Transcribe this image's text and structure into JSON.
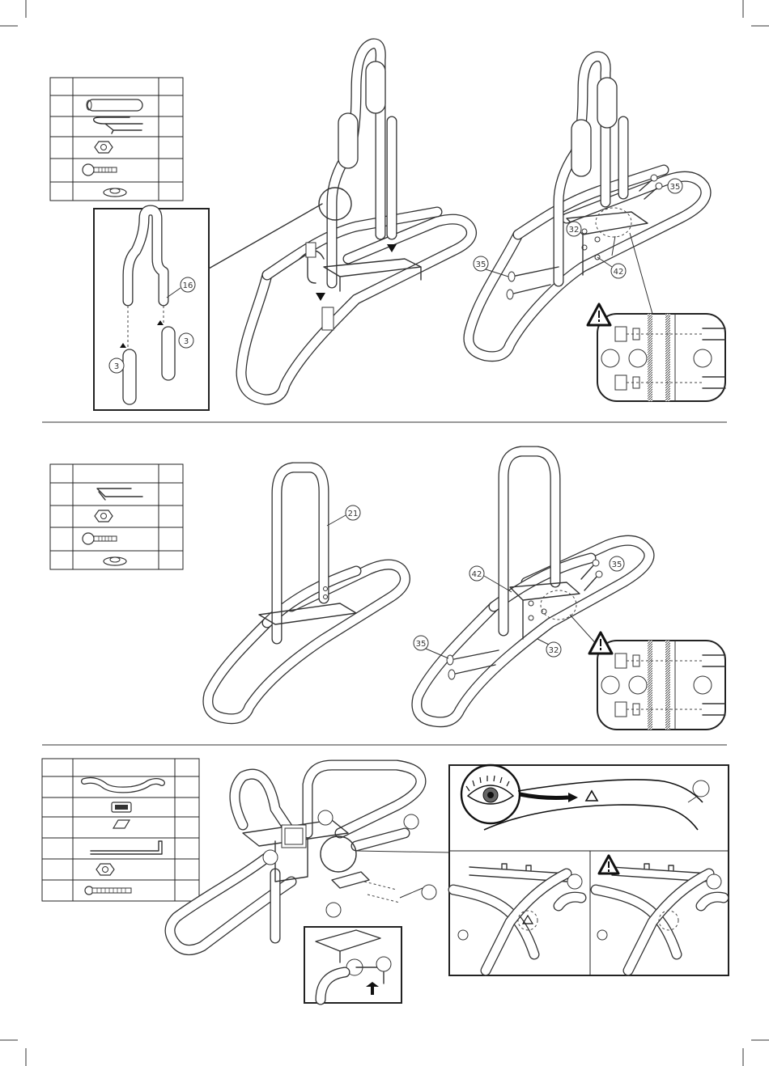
{
  "steps": [
    {
      "id": "step-1",
      "parts_table_rows": 5,
      "detail_callouts": [
        "16",
        "3",
        "3"
      ],
      "main_callouts": [
        "35",
        "32",
        "35",
        "42"
      ]
    },
    {
      "id": "step-2",
      "parts_table_rows": 4,
      "main_callouts": [
        "21",
        "42",
        "35",
        "35",
        "32"
      ]
    },
    {
      "id": "step-3",
      "parts_table_rows": 6
    }
  ],
  "icons": [
    "warning-icon",
    "eye-icon",
    "triangle-mark-icon",
    "up-arrow-icon"
  ],
  "colors": {
    "line": "#333333",
    "background": "#ffffff"
  }
}
